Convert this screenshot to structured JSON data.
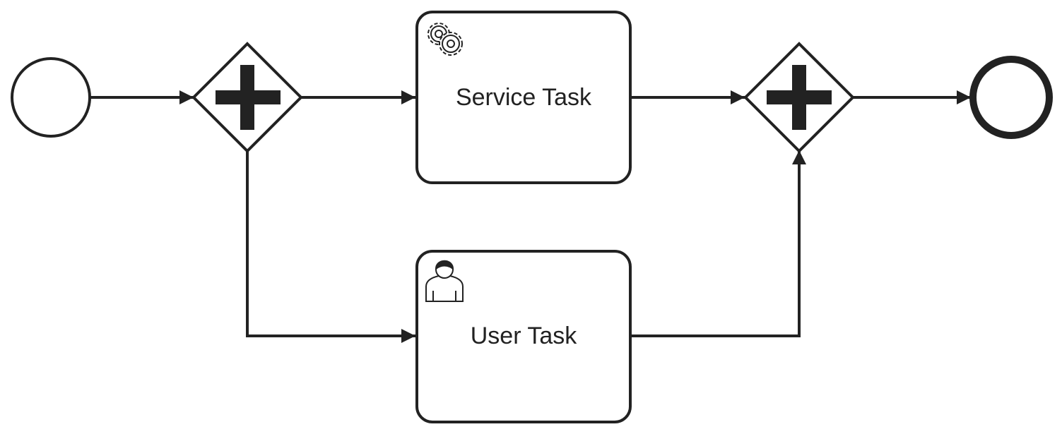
{
  "diagram": {
    "type": "bpmn-process",
    "elements": {
      "start_event": {
        "kind": "start-event"
      },
      "fork_gateway": {
        "kind": "parallel-gateway"
      },
      "service_task": {
        "kind": "service-task",
        "label": "Service Task",
        "icon": "gear-icon"
      },
      "user_task": {
        "kind": "user-task",
        "label": "User Task",
        "icon": "user-icon"
      },
      "join_gateway": {
        "kind": "parallel-gateway"
      },
      "end_event": {
        "kind": "end-event"
      }
    },
    "flows": [
      {
        "from": "start_event",
        "to": "fork_gateway"
      },
      {
        "from": "fork_gateway",
        "to": "service_task"
      },
      {
        "from": "fork_gateway",
        "to": "user_task"
      },
      {
        "from": "service_task",
        "to": "join_gateway"
      },
      {
        "from": "user_task",
        "to": "join_gateway"
      },
      {
        "from": "join_gateway",
        "to": "end_event"
      }
    ],
    "colors": {
      "stroke": "#222222",
      "fill": "#ffffff"
    }
  }
}
